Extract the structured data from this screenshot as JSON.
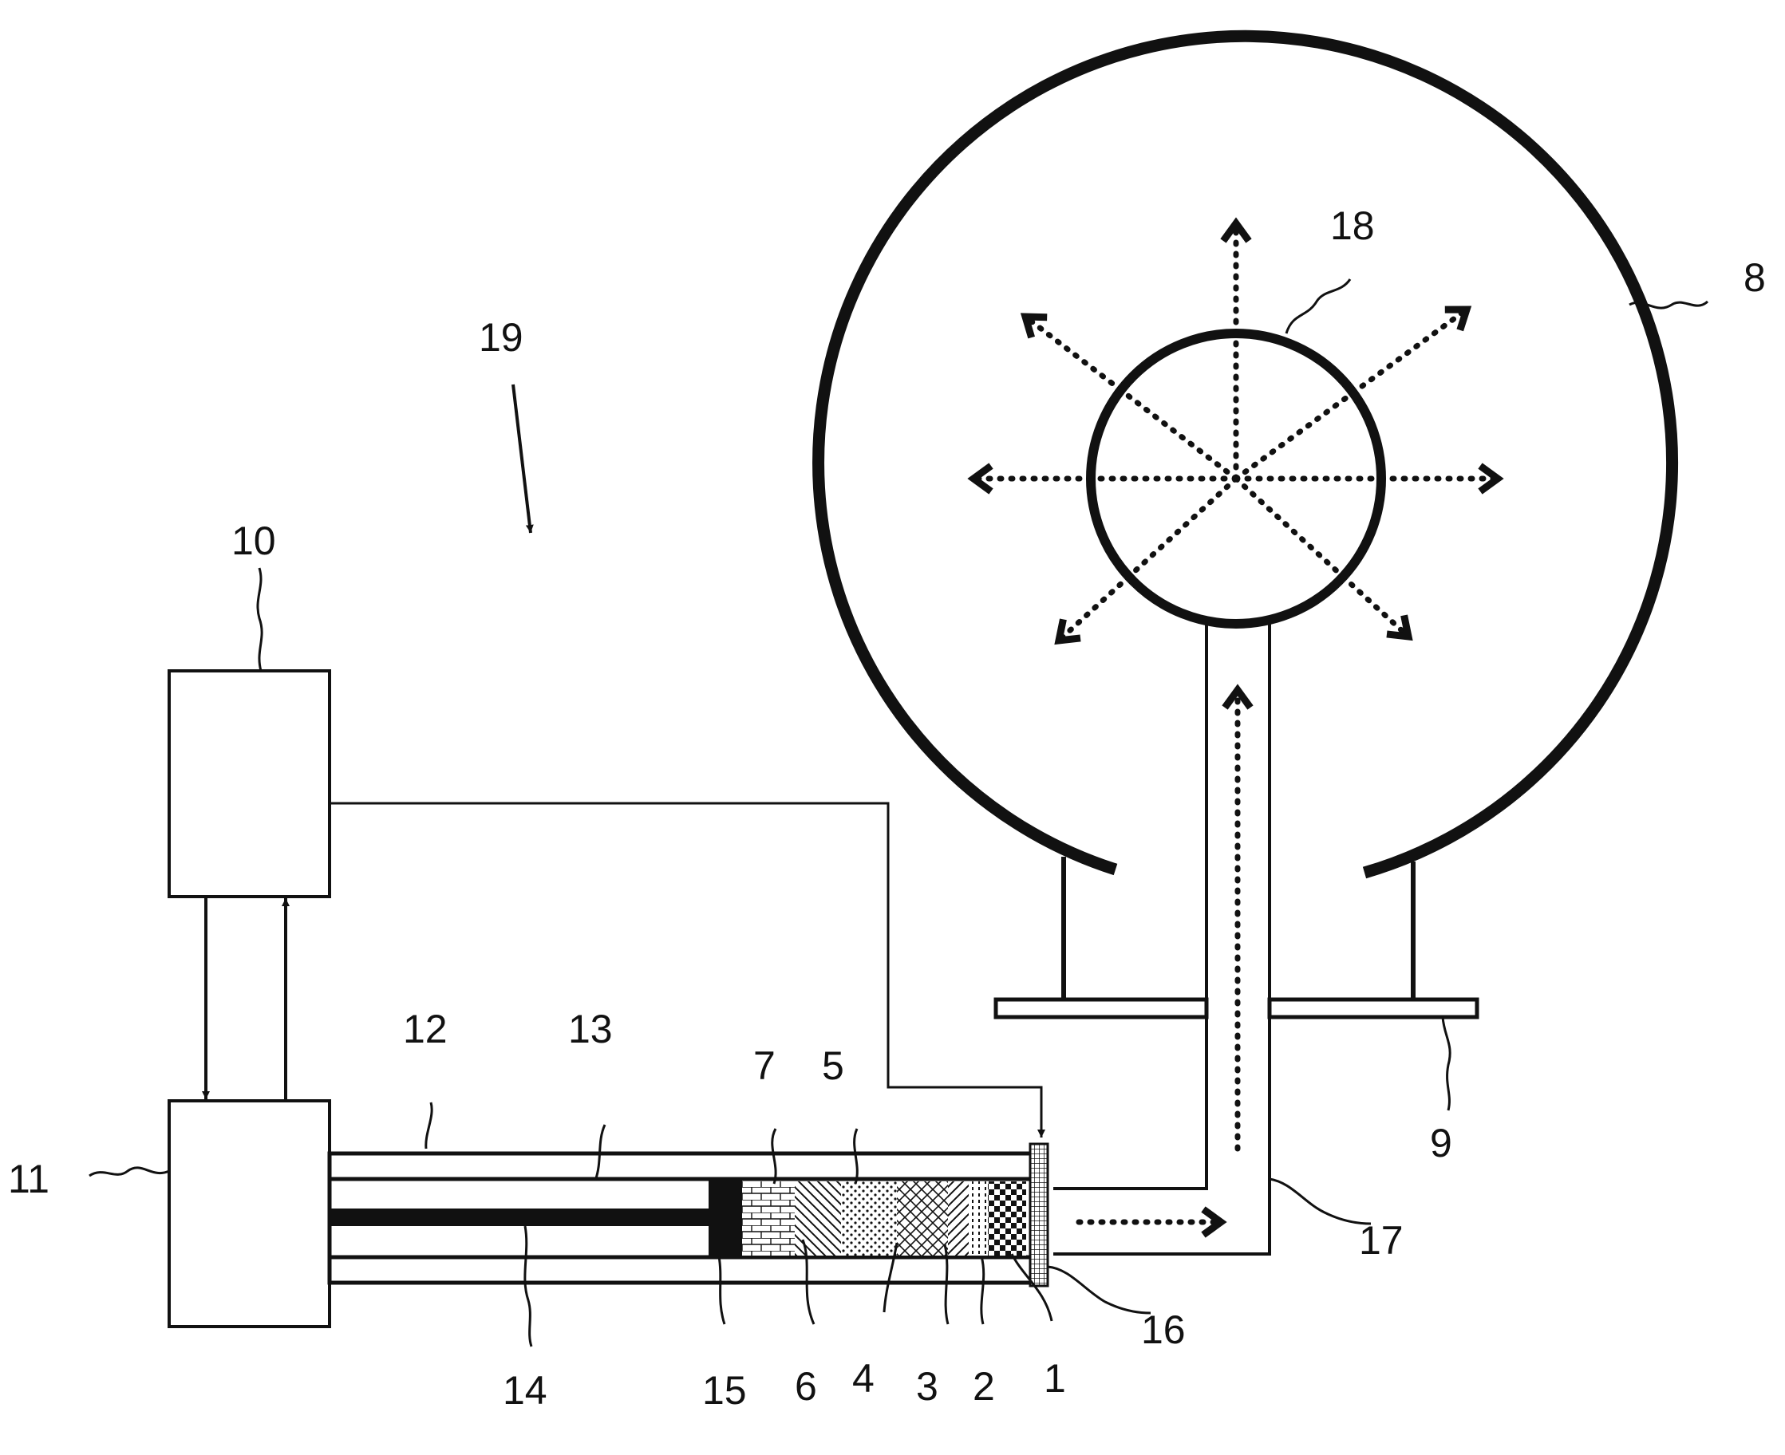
{
  "labels": {
    "l1": "1",
    "l2": "2",
    "l3": "3",
    "l4": "4",
    "l5": "5",
    "l6": "6",
    "l7": "7",
    "l8": "8",
    "l9": "9",
    "l10": "10",
    "l11": "11",
    "l12": "12",
    "l13": "13",
    "l14": "14",
    "l15": "15",
    "l16": "16",
    "l17": "17",
    "l18": "18",
    "l19": "19"
  },
  "colors": {
    "ink": "#111111",
    "background": "#ffffff"
  }
}
